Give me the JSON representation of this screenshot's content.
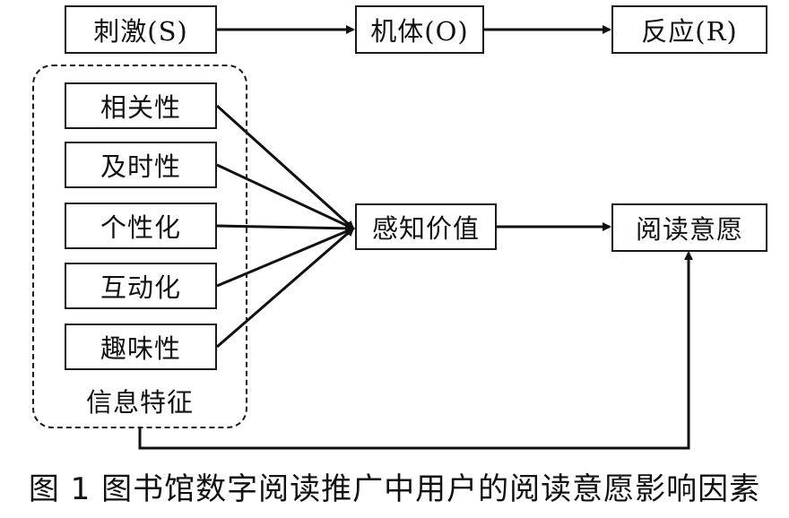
{
  "top_row": {
    "stimulus": "刺激(S)",
    "organism": "机体(O)",
    "response": "反应(R)"
  },
  "features": [
    "相关性",
    "及时性",
    "个性化",
    "互动化",
    "趣味性"
  ],
  "group_label": "信息特征",
  "perceived_value": "感知价值",
  "reading_intention": "阅读意愿",
  "caption": "图 1  图书馆数字阅读推广中用户的阅读意愿影响因素"
}
